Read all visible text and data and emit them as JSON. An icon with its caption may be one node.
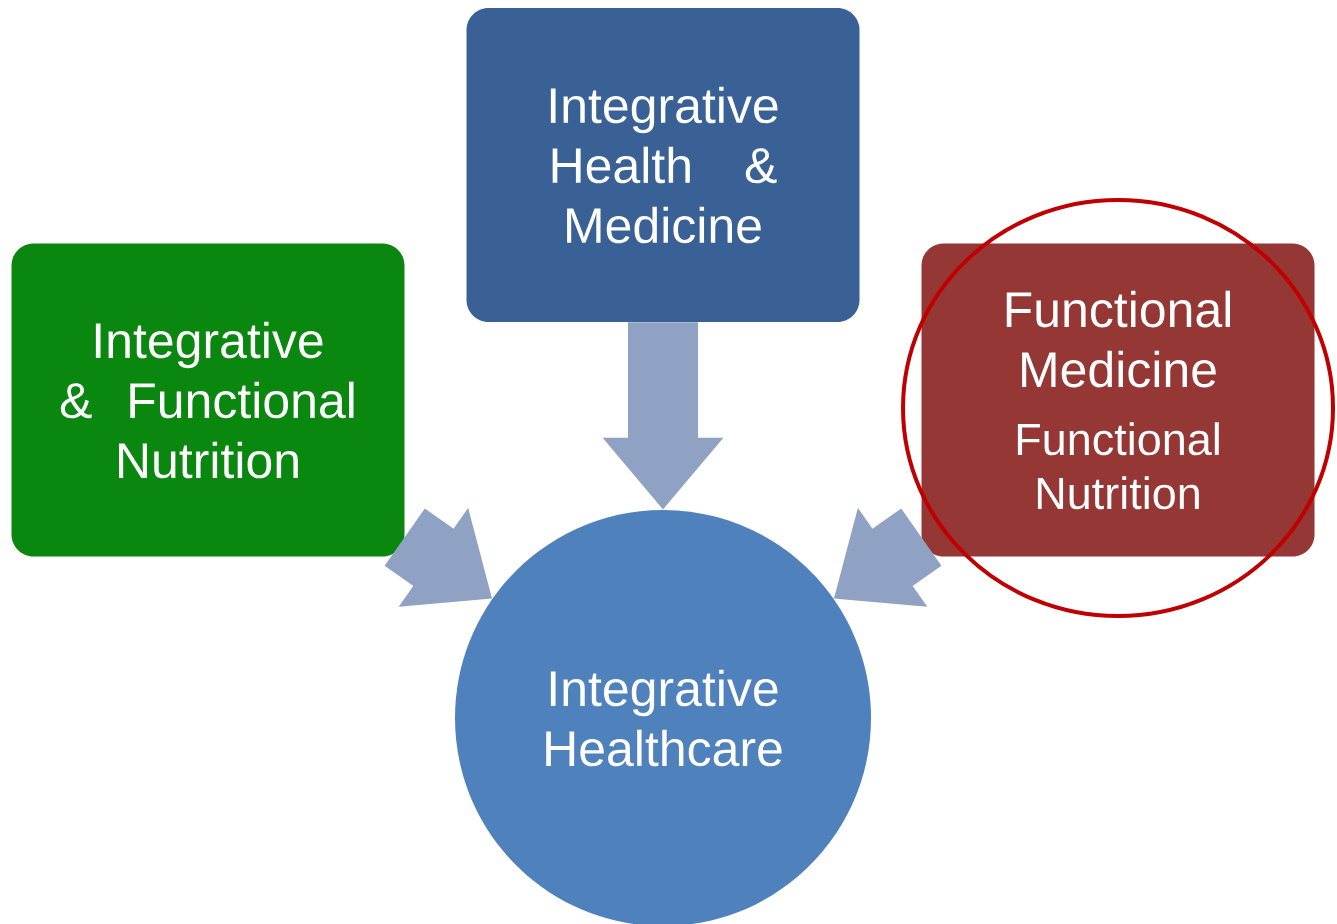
{
  "diagram": {
    "nodes": [
      {
        "text": [
          "Integrative Health & Medicine"
        ]
      },
      {
        "text": [
          "Integrative & Functional Nutrition"
        ]
      },
      {
        "text": [
          "Functional Medicine",
          "Functional Nutrition"
        ]
      },
      {
        "text": [
          "Integrative Healthcare"
        ]
      }
    ],
    "edges": [
      {
        "from": 0,
        "to": 3,
        "arrow": "to"
      },
      {
        "from": 1,
        "to": 3,
        "arrow": "to"
      },
      {
        "from": 2,
        "to": 3,
        "arrow": "to"
      }
    ]
  }
}
